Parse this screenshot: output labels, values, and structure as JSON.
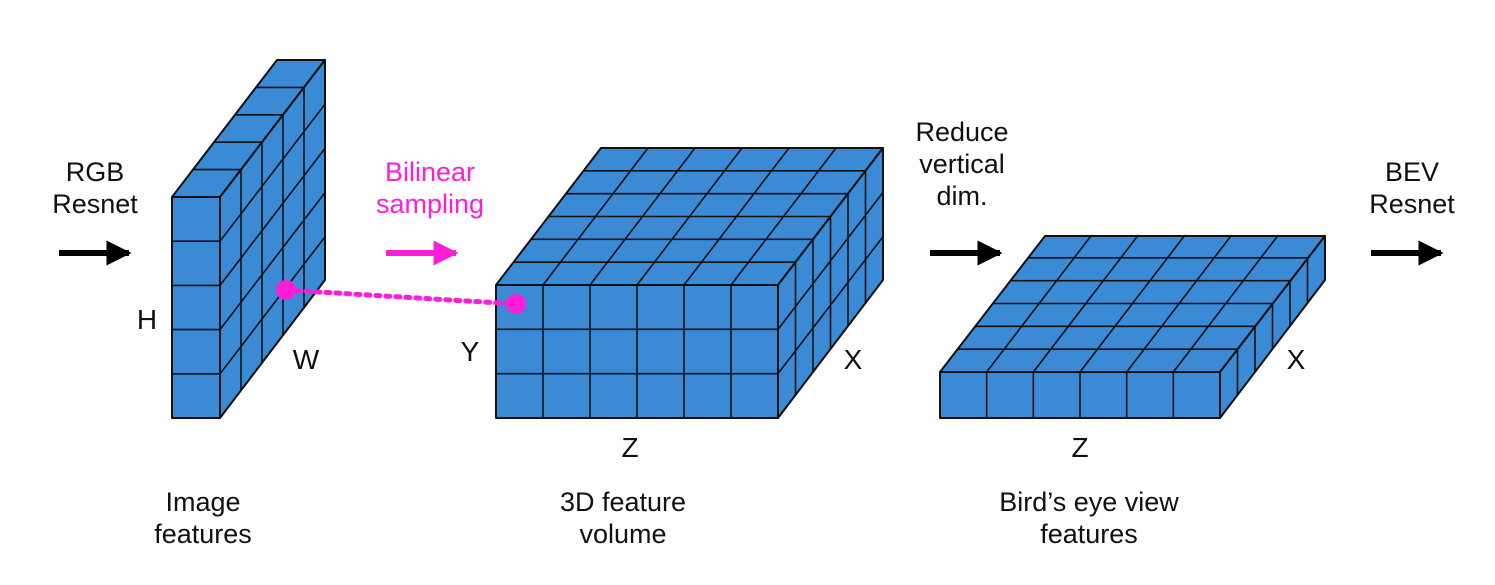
{
  "colors": {
    "block_fill": "#3a8ad6",
    "block_stroke": "#111111",
    "accent": "#ff1ed8",
    "arrow": "#000000"
  },
  "steps": {
    "rgb_resnet": {
      "line1": "RGB",
      "line2": "Resnet"
    },
    "bilinear": {
      "line1": "Bilinear",
      "line2": "sampling"
    },
    "reduce": {
      "line1": "Reduce",
      "line2": "vertical",
      "line3": "dim."
    },
    "bev_resnet": {
      "line1": "BEV",
      "line2": "Resnet"
    }
  },
  "blocks": {
    "image": {
      "caption1": "Image",
      "caption2": "features",
      "axis_h": "H",
      "axis_w": "W"
    },
    "volume": {
      "caption1": "3D feature",
      "caption2": "volume",
      "axis_y": "Y",
      "axis_z": "Z",
      "axis_x": "X"
    },
    "bev": {
      "caption1": "Bird’s eye view",
      "caption2": "features",
      "axis_z": "Z",
      "axis_x": "X"
    }
  }
}
